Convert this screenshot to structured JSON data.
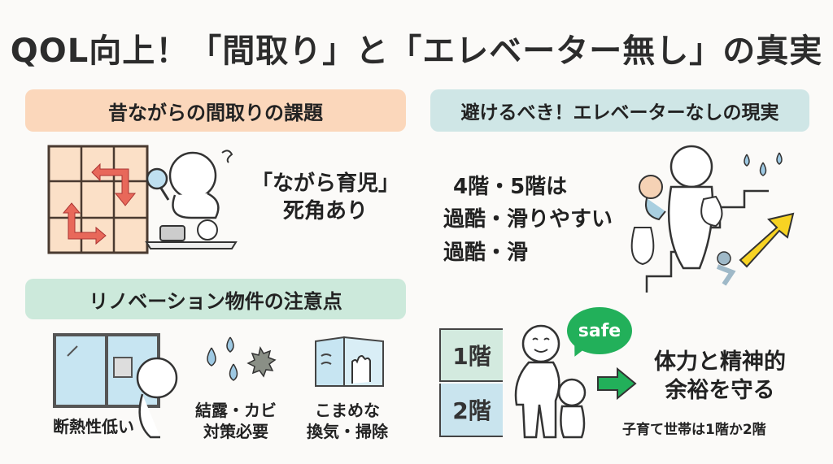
{
  "title": "QOL向上！「間取り」と「エレベーター無し」の真実",
  "sections": {
    "layout_issues": {
      "heading": "昔ながらの間取りの課題",
      "caption_line1": "「ながら育児」",
      "caption_line2": "死角あり",
      "color": "#fbd7bb"
    },
    "no_elevator": {
      "heading": "避けるべき！エレベーターなしの現実",
      "text_line1": "4階・5階は",
      "text_line2": "過酷・滑りやすい",
      "text_line3": "過酷・滑",
      "color": "#cfe6e6"
    },
    "renovation": {
      "heading": "リノベーション物件の注意点",
      "items": [
        {
          "line1": "断熱性低い",
          "line2": ""
        },
        {
          "line1": "結露・カビ",
          "line2": "対策必要"
        },
        {
          "line1": "こまめな",
          "line2": "換気・掃除"
        }
      ],
      "color": "#cce9db"
    },
    "recommendation": {
      "floor1": "1階",
      "floor2": "2階",
      "bubble": "safe",
      "result_line1": "体力と精神的",
      "result_line2": "余裕を守る",
      "note": "子育て世帯は1階か2階",
      "floor1_color": "#d3eadf",
      "floor2_color": "#c9e4ee",
      "accent": "#22b05a"
    }
  }
}
